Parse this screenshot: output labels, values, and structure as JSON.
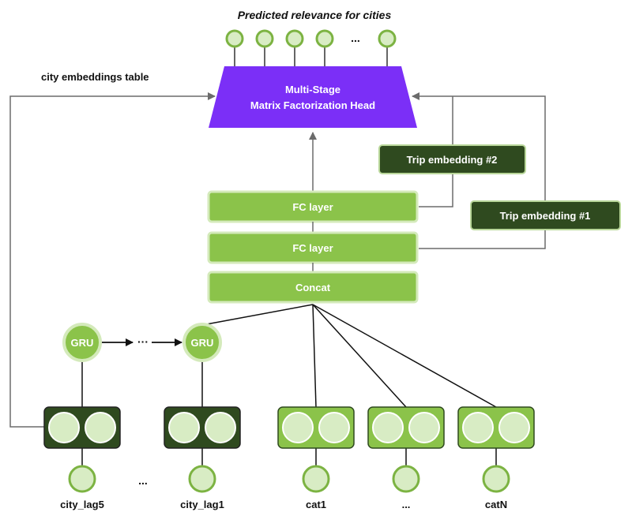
{
  "title": "Predicted relevance for cities",
  "side_label": "city embeddings table",
  "head": {
    "line1": "Multi-Stage",
    "line2": "Matrix Factorization Head"
  },
  "layers": {
    "fc_top": "FC layer",
    "fc_bottom": "FC layer",
    "concat": "Concat"
  },
  "trip_embeddings": {
    "second": "Trip embedding #2",
    "first": "Trip embedding #1"
  },
  "gru": {
    "left": "GRU",
    "right": "GRU",
    "dots": "···"
  },
  "output_dots": "...",
  "inputs": {
    "city_lag5": "city_lag5",
    "mid_dots": "...",
    "city_lag1": "city_lag1",
    "cat1": "cat1",
    "cat_dots": "...",
    "catN": "catN"
  },
  "colors": {
    "purple": "#7b2ff7",
    "dark_green": "#2f4a1f",
    "light_green": "#8bc34a",
    "light_green_border": "#cfe6b2",
    "arrow_gray": "#6b6b6b",
    "circle_fill": "#d8ecc4"
  }
}
